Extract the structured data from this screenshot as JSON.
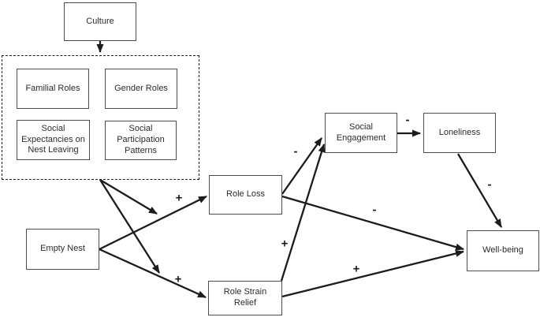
{
  "figure": {
    "background": "#ffffff",
    "arrow_color": "#1c1c1c",
    "box_border_color": "#4d4d4d",
    "text_color": "#2b2b2b"
  },
  "nodes": {
    "culture": {
      "label": "Culture"
    },
    "familial_roles": {
      "label": "Familial Roles"
    },
    "gender_roles": {
      "label": "Gender Roles"
    },
    "social_expectancies": {
      "label": "Social\nExpectancies on\nNest Leaving"
    },
    "social_participation": {
      "label": "Social\nParticipation\nPatterns"
    },
    "empty_nest": {
      "label": "Empty Nest"
    },
    "role_loss": {
      "label": "Role Loss"
    },
    "role_strain_relief": {
      "label": "Role Strain\nRelief"
    },
    "social_engagement": {
      "label": "Social\nEngagement"
    },
    "loneliness": {
      "label": "Loneliness"
    },
    "well_being": {
      "label": "Well-being"
    }
  },
  "edges": [
    {
      "from": "culture",
      "to": "cultural-factors-group",
      "sign": ""
    },
    {
      "from": "cultural-factors-group",
      "to": "path-empty-nest-role-loss",
      "sign": ""
    },
    {
      "from": "cultural-factors-group",
      "to": "path-empty-nest-role-strain-relief",
      "sign": ""
    },
    {
      "from": "empty_nest",
      "to": "role_loss",
      "sign": "+"
    },
    {
      "from": "empty_nest",
      "to": "role_strain_relief",
      "sign": "+"
    },
    {
      "from": "role_loss",
      "to": "social_engagement",
      "sign": "-"
    },
    {
      "from": "role_strain_relief",
      "to": "social_engagement",
      "sign": "+"
    },
    {
      "from": "social_engagement",
      "to": "loneliness",
      "sign": "-"
    },
    {
      "from": "loneliness",
      "to": "well_being",
      "sign": "-"
    },
    {
      "from": "role_loss",
      "to": "well_being",
      "sign": "-"
    },
    {
      "from": "role_strain_relief",
      "to": "well_being",
      "sign": "+"
    }
  ]
}
